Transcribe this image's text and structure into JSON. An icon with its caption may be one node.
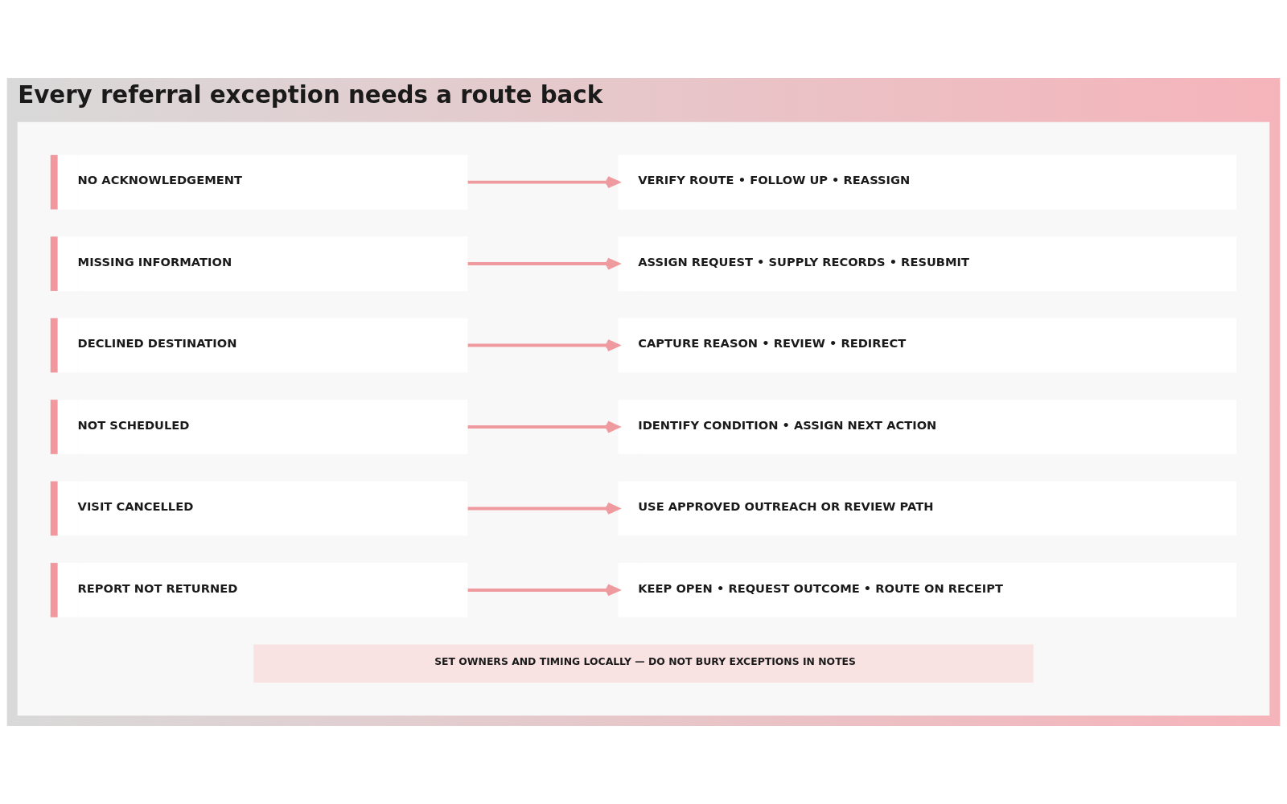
{
  "diagram": {
    "title": "Every referral exception needs a route back",
    "nodes": [
      {
        "text": [],
        "shape": "box"
      },
      {
        "text": [
          "NO ACKNOWLEDGEMENT"
        ],
        "in": 0
      },
      {
        "text": [
          "VERIFY ROUTE • FOLLOW UP • REASSIGN"
        ],
        "in": 0
      },
      {
        "text": [
          "MISSING INFORMATION"
        ],
        "in": 0
      },
      {
        "text": [
          "ASSIGN REQUEST • SUPPLY RECORDS • RESUBMIT"
        ],
        "in": 0
      },
      {
        "text": [
          "DECLINED DESTINATION"
        ],
        "in": 0
      },
      {
        "text": [
          "CAPTURE REASON • REVIEW • REDIRECT"
        ],
        "in": 0
      },
      {
        "text": [
          "NOT SCHEDULED"
        ],
        "in": 0
      },
      {
        "text": [
          "IDENTIFY CONDITION • ASSIGN NEXT ACTION"
        ],
        "in": 0
      },
      {
        "text": [
          "VISIT CANCELLED"
        ],
        "in": 0
      },
      {
        "text": [
          "USE APPROVED OUTREACH OR REVIEW PATH"
        ],
        "in": 0
      },
      {
        "text": [
          "REPORT NOT RETURNED"
        ],
        "in": 0
      },
      {
        "text": [
          "KEEP OPEN • REQUEST OUTCOME • ROUTE ON RECEIPT"
        ],
        "in": 0
      },
      {
        "text": [
          "SET OWNERS AND TIMING LOCALLY — DO NOT BURY EXCEPTIONS IN NOTES"
        ],
        "in": 0
      }
    ],
    "edges": [
      {
        "from": 1,
        "to": 2,
        "arrow": "to"
      },
      {
        "from": 3,
        "to": 4,
        "arrow": "to"
      },
      {
        "from": 5,
        "to": 6,
        "arrow": "to"
      },
      {
        "from": 7,
        "to": 8,
        "arrow": "to"
      },
      {
        "from": 9,
        "to": 10,
        "arrow": "to"
      },
      {
        "from": 11,
        "to": 12,
        "arrow": "to"
      }
    ]
  }
}
